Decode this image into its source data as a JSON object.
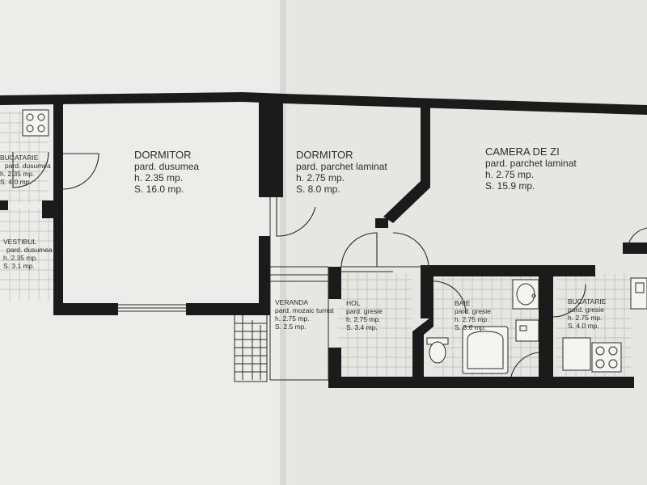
{
  "rooms": {
    "bucatarie_left": {
      "name": "BUCATARIE",
      "floor": "pard. dusumea",
      "height": "h. 2.35 mp.",
      "area": "S. 4.0 mp."
    },
    "vestibul": {
      "name": "VESTIBUL",
      "floor": "pard. dusumea",
      "height": "h. 2.35 mp.",
      "area": "S. 3.1 mp."
    },
    "dormitor_1": {
      "name": "DORMITOR",
      "floor": "pard. dusumea",
      "height": "h. 2.35 mp.",
      "area": "S. 16.0 mp."
    },
    "dormitor_2": {
      "name": "DORMITOR",
      "floor": "pard. parchet laminat",
      "height": "h. 2.75 mp.",
      "area": "S. 8.0 mp."
    },
    "camera_de_zi": {
      "name": "CAMERA DE ZI",
      "floor": "pard. parchet laminat",
      "height": "h. 2.75 mp.",
      "area": "S. 15.9 mp."
    },
    "veranda": {
      "name": "VERANDA",
      "floor": "pard. mozaic turnat",
      "height": "h. 2.75 mp.",
      "area": "S. 2.5 mp."
    },
    "hol": {
      "name": "HOL",
      "floor": "pard. gresie",
      "height": "h. 2.75 mp.",
      "area": "S. 3.4 mp."
    },
    "baie": {
      "name": "BAIE",
      "floor": "pard. gresie",
      "height": "h. 2.75 mp.",
      "area": "S. 3.6 mp."
    },
    "bucatarie_right": {
      "name": "BUCATARIE",
      "floor": "pard. gresie",
      "height": "h. 2.75 mp.",
      "area": "S. 4.0 mp."
    }
  }
}
